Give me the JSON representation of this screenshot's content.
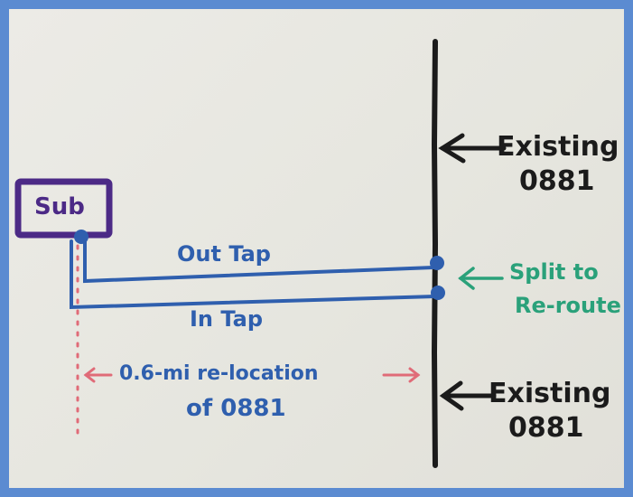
{
  "diagram": {
    "substation": {
      "label": "Sub"
    },
    "labels": {
      "existing_top": [
        "Existing",
        "0881"
      ],
      "existing_bottom": [
        "Existing",
        "0881"
      ],
      "out_tap": "Out Tap",
      "in_tap": "In Tap",
      "split": [
        "Split to",
        "Re-route"
      ],
      "relocation": [
        "0.6-mi re-location",
        "of 0881"
      ]
    },
    "colors": {
      "frame": "#5b8bd1",
      "line": "#1b1b1b",
      "tap": "#2f5fae",
      "sub_box": "#4c2a86",
      "split_text": "#2aa17a",
      "relocation_arrow": "#e06b78"
    }
  }
}
